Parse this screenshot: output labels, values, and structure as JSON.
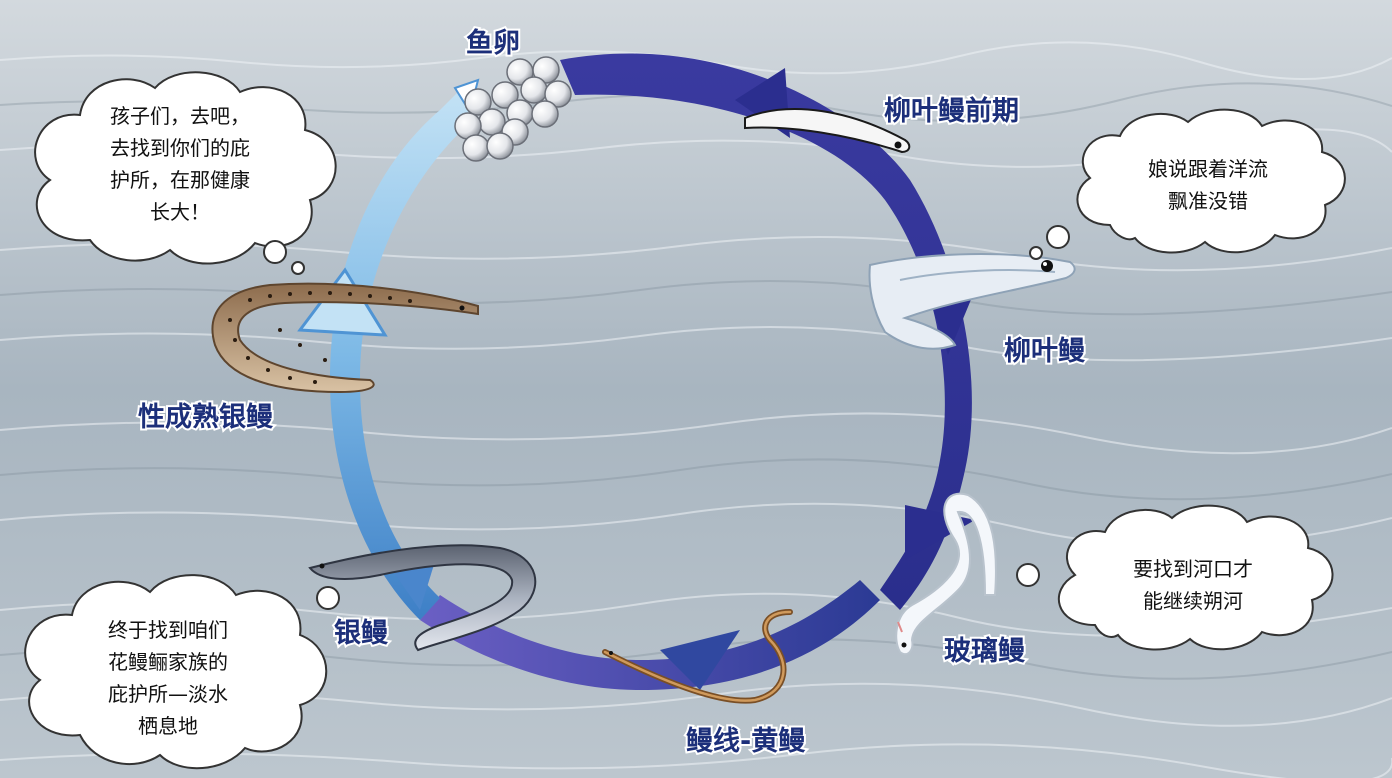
{
  "stages": {
    "eggs": "鱼卵",
    "early_leptocephalus": "柳叶鳗前期",
    "leptocephalus": "柳叶鳗",
    "glass_eel": "玻璃鳗",
    "elver_yellow_eel": "鳗线-黄鳗",
    "silver_eel": "银鳗",
    "mature_silver_eel": "性成熟银鳗"
  },
  "bubbles": {
    "top_left": [
      "孩子们，去吧，",
      "去找到你们的庇",
      "护所，在那健康",
      "长大！"
    ],
    "top_right": [
      "娘说跟着洋流",
      "飘准没错"
    ],
    "mid_right": [
      "要找到河口才",
      "能继续朔河"
    ],
    "bottom_left": [
      "终于找到咱们",
      "花鳗鲡家族的",
      "庇护所—淡水",
      "栖息地"
    ]
  },
  "colors": {
    "cycle_dark": "#2b2e8f",
    "cycle_light": "#a9d4f0",
    "label": "#1c2f7a"
  }
}
